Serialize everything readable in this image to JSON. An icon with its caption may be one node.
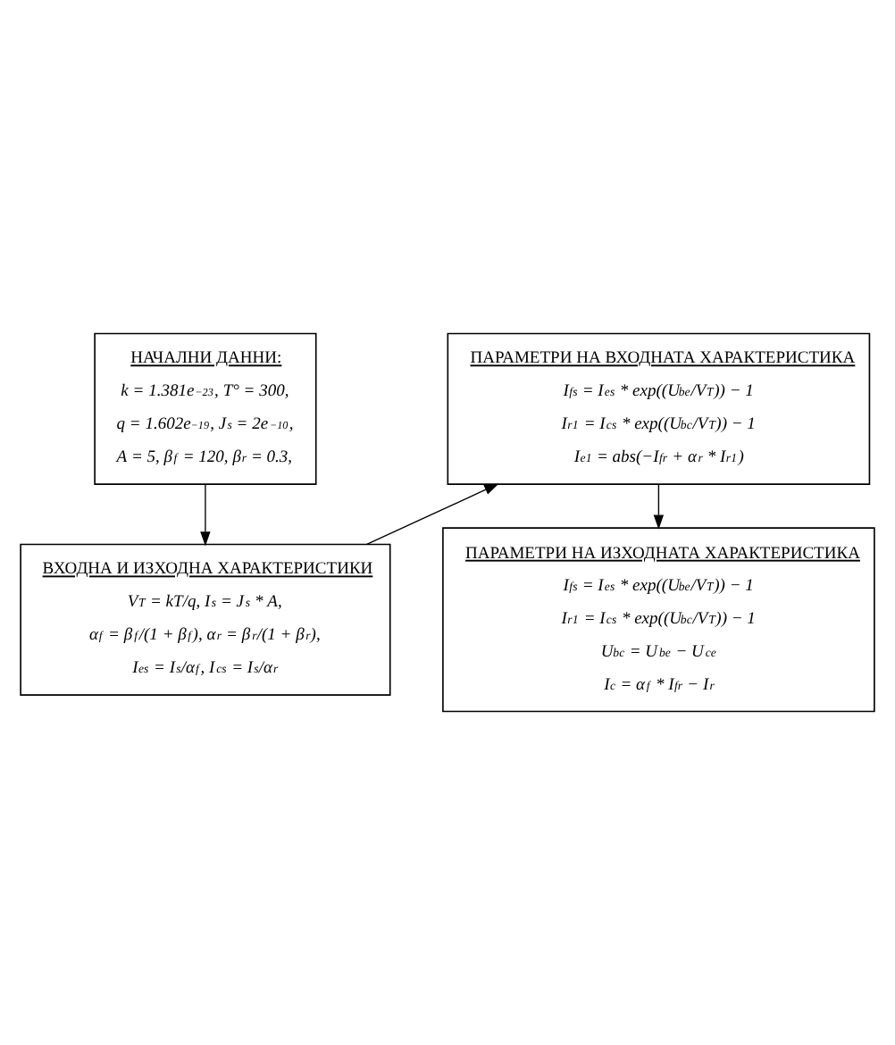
{
  "diagram": {
    "nodes": [
      {
        "text": [
          "НАЧАЛНИ ДАННИ:",
          "k = 1.381e$^{−23}$, T° = 300,",
          "q = 1.602e$^{−19}$, J$_{s}$ = 2e$^{−10}$,",
          "A = 5, β$_{f}$ = 120, β$_{r}$ = 0.3,"
        ]
      },
      {
        "text": [
          "ВХОДНА И ИЗХОДНА ХАРАКТЕРИСТИКИ",
          "V$_{T}$ = kT/q, I$_{s}$ = J$_{s}$ * A,",
          "α$_{f}$ = β$_{f}$/(1 + β$_{f}$), α$_{r}$ = β$_{r}$/(1 + β$_{r}$),",
          "I$_{es}$ = I$_{s}$/α$_{f}$, I$_{cs}$ = I$_{s}$/α$_{r}$"
        ]
      },
      {
        "text": [
          "ПАРАМЕТРИ НА ВХОДНАТА ХАРАКТЕРИСТИКА",
          "I$_{fs}$ = I$_{es}$ * exp((U$_{be}$/V$_{T}$)) − 1",
          "I$_{r1}$ = I$_{cs}$ * exp((U$_{bc}$/V$_{T}$)) − 1",
          "I$_{e1}$ = abs(−I$_{fr}$ + α$_{r}$ * I$_{r1}$)"
        ]
      },
      {
        "text": [
          "ПАРАМЕТРИ НА ИЗХОДНАТА ХАРАКТЕРИСТИКА",
          "I$_{fs}$ = I$_{es}$ * exp((U$_{be}$/V$_{T}$)) − 1",
          "I$_{r1}$ = I$_{cs}$ * exp((U$_{bc}$/V$_{T}$)) − 1",
          "U$_{bc}$ = U$_{be}$ − U$_{ce}$",
          "I$_{c}$ = α$_{f}$ * I$_{fr}$ − I$_{r}$"
        ]
      }
    ],
    "edges": [
      {
        "from": 0,
        "to": 1,
        "arrow": "to"
      },
      {
        "from": 1,
        "to": 2,
        "arrow": "to"
      },
      {
        "from": 2,
        "to": 3,
        "arrow": "to"
      }
    ]
  }
}
